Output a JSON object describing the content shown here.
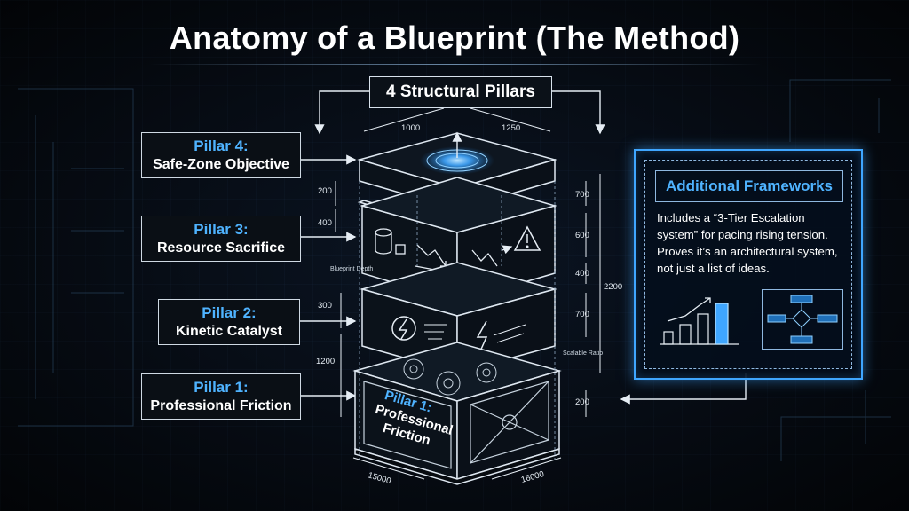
{
  "title": "Anatomy of a Blueprint (The Method)",
  "pillars_header": "4 Structural Pillars",
  "pillars": [
    {
      "title": "Pillar 4:",
      "subtitle": "Safe-Zone Objective"
    },
    {
      "title": "Pillar 3:",
      "subtitle": "Resource Sacrifice"
    },
    {
      "title": "Pillar 2:",
      "subtitle": "Kinetic Catalyst"
    },
    {
      "title": "Pillar 1:",
      "subtitle": "Professional Friction"
    }
  ],
  "base_label": {
    "line1": "Pillar 1:",
    "line2": "Professional",
    "line3": "Friction"
  },
  "frameworks": {
    "title": "Additional Frameworks",
    "body": "Includes a “3-Tier Escalation system” for pacing rising tension. Proves it’s an architectural system, not just a list of ideas."
  },
  "dimensions": {
    "top_left": "1000",
    "top_right": "1250",
    "left_200": "200",
    "left_400": "400",
    "left_300": "300",
    "left_1200": "1200",
    "blueprint_depth": "Blueprint Depth",
    "right_700a": "700",
    "right_600": "600",
    "right_400": "400",
    "right_700b": "700",
    "right_200": "200",
    "right_total": "2200",
    "scalable_ratio": "Scalable Ratio",
    "bottom_left": "15000",
    "bottom_right": "16000"
  },
  "colors": {
    "accent": "#4fb3ff",
    "glow": "#3fa6ff",
    "background": "#060a10",
    "line": "#d8e2ec"
  },
  "icons": [
    "database-icon",
    "trend-down-icon",
    "warning-icon",
    "lightning-icon",
    "gear-icon",
    "bar-chart-icon",
    "flowchart-icon"
  ]
}
